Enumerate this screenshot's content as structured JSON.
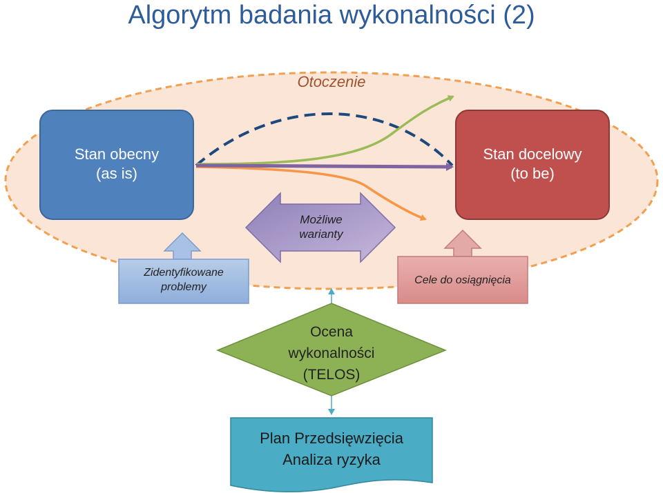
{
  "title": "Algorytm badania wykonalności (2)",
  "environment": {
    "label": "Otoczenie"
  },
  "current_state": {
    "line1": "Stan obecny",
    "line2": "(as is)"
  },
  "target_state": {
    "line1": "Stan docelowy",
    "line2": "(to be)"
  },
  "variants": {
    "line1": "Możliwe",
    "line2": "warianty"
  },
  "problems": {
    "line1": "Zidentyfikowane",
    "line2": "problemy"
  },
  "goals": {
    "label": "Cele do osiągnięcia"
  },
  "assessment": {
    "line1": "Ocena",
    "line2": "wykonalności",
    "line3": "(TELOS)"
  },
  "plan": {
    "line1": "Plan Przedsięwzięcia",
    "line2": "Analiza ryzyka"
  },
  "colors": {
    "title": "#2E5C98",
    "environment_fill": "#FBE5D6",
    "environment_border": "#F0A050",
    "current_state": "#4F81BD",
    "target_state": "#C0504D",
    "variants": "#A090C0",
    "problems": "#95B3D7",
    "goals": "#D99694",
    "assessment": "#8DB255",
    "plan": "#4BACC6",
    "path_green": "#9BBB59",
    "path_purple": "#8064A2",
    "path_orange": "#F79646",
    "path_dashed": "#1F497D"
  }
}
